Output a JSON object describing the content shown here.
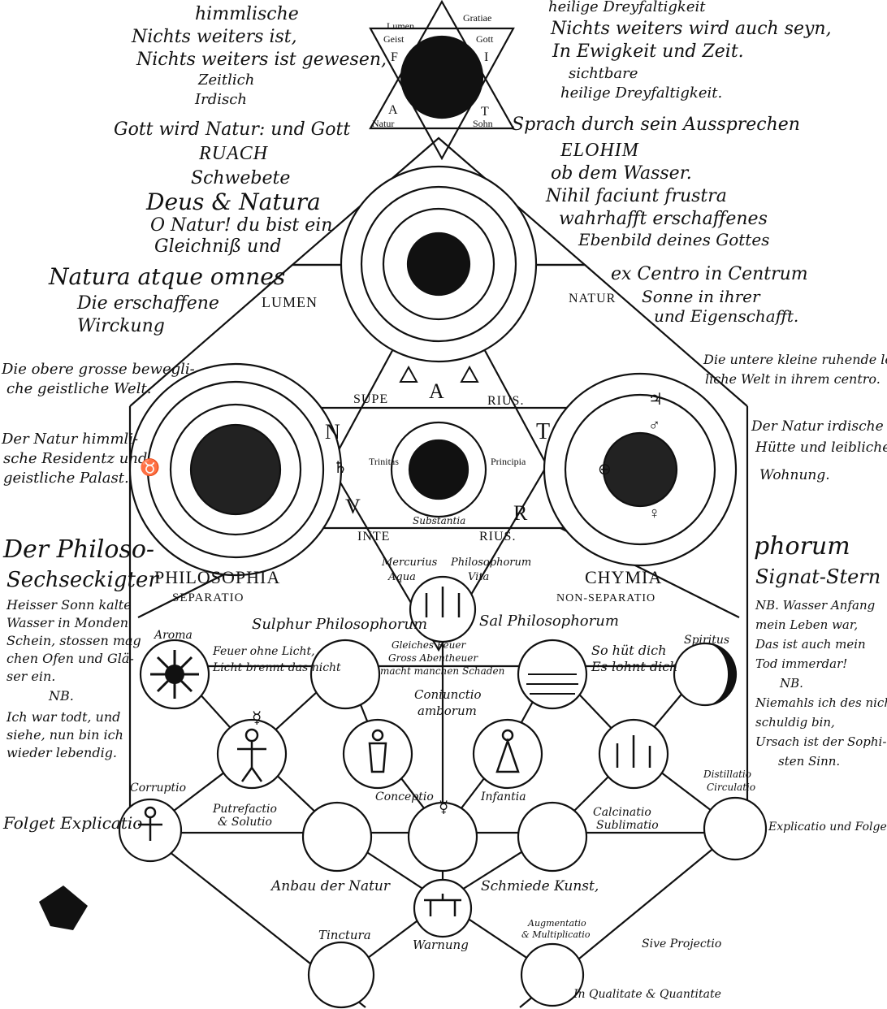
{
  "colors": {
    "ink": "#111111",
    "paper": "#ffffff"
  },
  "top_left_lines": [
    "himmlische",
    "Nichts weiters ist,",
    "Nichts weiters ist gewesen,",
    "Zeitlich",
    "Irdisch"
  ],
  "top_right_lines": [
    "heilige Dreyfaltigkeit",
    "Nichts weiters wird auch seyn,",
    "In Ewigkeit und Zeit.",
    "sichtbare",
    "heilige Dreyfaltigkeit."
  ],
  "star_labels": {
    "lumen": "Lumen",
    "gratiae": "Gratiae",
    "geist": "Geist",
    "gott": "Gott",
    "f": "F",
    "i": "I",
    "a": "A",
    "t": "T",
    "natur": "Natur",
    "sohn": "Sohn"
  },
  "gott_wird_natur": "Gott wird Natur: und Gott",
  "ruach": "RUACH",
  "schwebete": "Schwebete",
  "deus_natura": "Deus & Natura",
  "o_natur_1": "O Natur! du bist ein",
  "o_natur_2": "Gleichniß und",
  "natura_atque": "Natura atque omnes",
  "erschaffene_1": "Die erschaffene",
  "erschaffene_2": "Wirckung",
  "sprach": "Sprach durch sein Aussprechen",
  "elohim": "ELOHIM",
  "ob_wasser": "ob dem Wasser.",
  "nihil": "Nihil faciunt frustra",
  "wahrhafft": "wahrhafft erschaffenes",
  "ebenbild": "Ebenbild deines Gottes",
  "ex_centro": "ex Centro in Centrum",
  "sonne": "Sonne in ihrer",
  "eigenschafft": "und Eigenschafft.",
  "lumen_label": "LUMEN",
  "natur_label": "NATUR",
  "obere": [
    "Die obere grosse bewegli-",
    "che geistliche Welt."
  ],
  "untere": [
    "Die untere kleine ruhende leib-",
    "liche Welt in ihrem centro."
  ],
  "himmlische_res": [
    "Der Natur himmli-",
    "sche Residentz und",
    "geistliche Palast."
  ],
  "irdische_hutte": [
    "Der Natur irdische",
    "Hütte und leibliche",
    "Wohnung."
  ],
  "philoso_left": [
    "Der Philoso-",
    "Sechseckigter"
  ],
  "phorum_right": [
    "phorum",
    "Signat-Stern"
  ],
  "left_notes": [
    "Heisser Sonn kalte",
    "Wasser in Monden",
    "Schein, stossen mag",
    "chen Ofen und Glä-",
    "ser ein."
  ],
  "left_nb": "NB.",
  "left_notes_2": [
    "Ich war todt, und",
    "siehe, nun bin ich",
    "wieder lebendig."
  ],
  "right_notes": [
    "NB. Wasser Anfang",
    "mein Leben war,",
    "Das ist auch mein",
    "Tod immerdar!",
    "NB.",
    "Niemahls ich des nicht",
    "schuldig bin,",
    "Ursach ist der Sophi-",
    "sten Sinn."
  ],
  "hex_letters": {
    "a": "A",
    "n": "N",
    "t": "T",
    "v": "V",
    "r": "R"
  },
  "superius": [
    "SUPE",
    "RIUS."
  ],
  "inferius": [
    "INTE",
    "RIUS."
  ],
  "trinitas": "Trinitas",
  "principia": "Principia",
  "substantia": "Substantia",
  "philosophia": "PHILOSOPHIA",
  "separatio": "SEPARATIO",
  "chymia": "CHYMIA",
  "non_separatio": "NON-SEPARATIO",
  "mercurius": "Mercurius",
  "aqua": "Aqua",
  "philosophorum": "Philosophorum",
  "vita": "Vita",
  "sulphur": "Sulphur Philosophorum",
  "sal": "Sal Philosophorum",
  "coniunctio": "Coniunctio",
  "amborum": "amborum",
  "aroma": "Aroma",
  "feuer_ohne": [
    "Feuer ohne Licht,",
    "Licht brennt das nicht"
  ],
  "gleiches": [
    "Gleiches Feuer",
    "Gross Abentheuer",
    "macht manchen Schaden"
  ],
  "gebet_dich": [
    "So hüt dich",
    "Es lohnt dich"
  ],
  "spiritus": "Spiritus",
  "corruptio": "Corruptio",
  "putrefactio": [
    "Putrefactio",
    "& Solutio"
  ],
  "conceptio": "Conceptio",
  "infantia": "Infantia",
  "calcinatio": [
    "Calcinatio",
    "Sublimatio"
  ],
  "distillatio": [
    "Distillatio",
    "Circulatio"
  ],
  "folget_left": "Folget Explicatio",
  "explicatio_right": "Explicatio und Folget",
  "anbau": "Anbau der Natur",
  "schmiede": "Schmiede Kunst,",
  "tinctura": "Tinctura",
  "warnung": "Warnung",
  "augmentatio": [
    "Augmentatio",
    "& Multiplicatio"
  ],
  "projectio": "Sive Projectio",
  "qualitate": "In Qualitate & Quantitate",
  "symbol_names": [
    "mercury-symbol",
    "sulphur-symbol",
    "salt-symbol",
    "sun-symbol",
    "moon-symbol",
    "venus-symbol"
  ]
}
